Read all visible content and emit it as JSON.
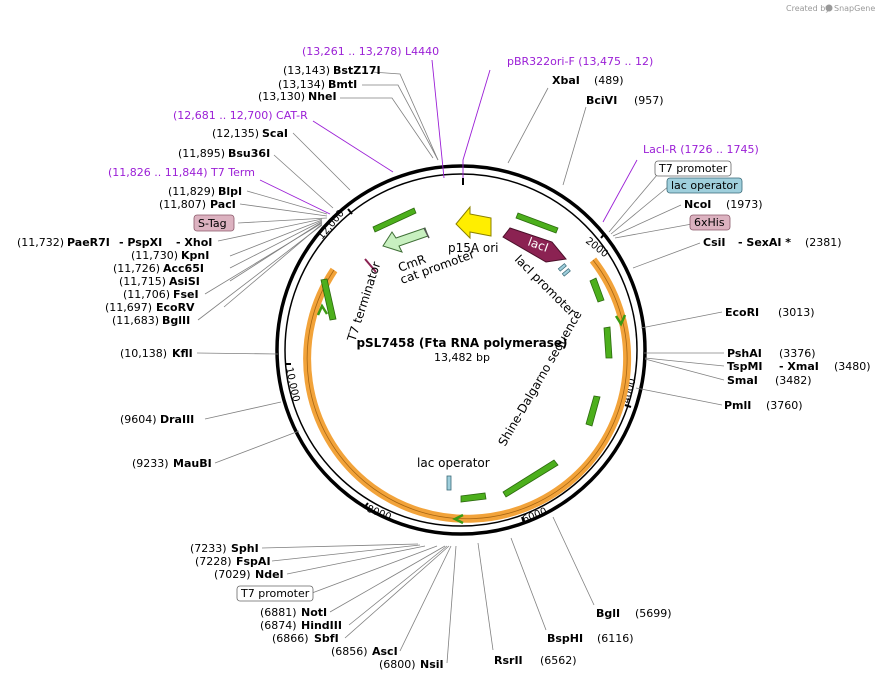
{
  "app": {
    "credit_prefix": "Created by",
    "credit_brand": "SnapGene"
  },
  "plasmid": {
    "name": "pSL7458 (Fta RNA polymerase)",
    "length": "13,482 bp"
  },
  "ring_ticks": [
    "2000",
    "4000",
    "6000",
    "8000",
    "10,000",
    "12,000"
  ],
  "primers": {
    "l4440": "(13,261 .. 13,278)  L4440",
    "pbr322": "pBR322ori-F    (13,475 .. 12)",
    "laci_r": "LacI-R    (1726 .. 1745)",
    "cat_r": "(12,681 .. 12,700)  CAT-R",
    "t7term": "(11,826 .. 11,844)  T7 Term"
  },
  "boxed_features": {
    "t7_promoter_top": "T7 promoter",
    "lac_operator_top": "lac operator",
    "six_his": "6xHis",
    "s_tag": "S-Tag",
    "t7_promoter_bottom": "T7 promoter"
  },
  "sites": {
    "bstz17i": {
      "pos": "(13,143)",
      "name": "BstZ17I"
    },
    "bmti": {
      "pos": "(13,134)",
      "name": "BmtI"
    },
    "nhei": {
      "pos": "(13,130)",
      "name": "NheI"
    },
    "scai": {
      "pos": "(12,135)",
      "name": "ScaI"
    },
    "bsu36i": {
      "pos": "(11,895)",
      "name": "Bsu36I"
    },
    "blpi": {
      "pos": "(11,829)",
      "name": "BlpI"
    },
    "paci": {
      "pos": "(11,807)",
      "name": "PacI"
    },
    "paer7i": {
      "pos": "(11,732)",
      "name": "PaeR7I",
      "extra1": "-  PspXI",
      "extra2": "-  XhoI"
    },
    "kpni": {
      "pos": "(11,730)",
      "name": "KpnI"
    },
    "acc65i": {
      "pos": "(11,726)",
      "name": "Acc65I"
    },
    "asisi": {
      "pos": "(11,715)",
      "name": "AsiSI"
    },
    "fsei": {
      "pos": "(11,706)",
      "name": "FseI"
    },
    "ecorv": {
      "pos": "(11,697)",
      "name": "EcoRV"
    },
    "bglii": {
      "pos": "(11,683)",
      "name": "BglII"
    },
    "kfli": {
      "pos": "(10,138)",
      "name": "KflI"
    },
    "draiii": {
      "pos": "(9604)",
      "name": "DraIII"
    },
    "maubi": {
      "pos": "(9233)",
      "name": "MauBI"
    },
    "sphi": {
      "pos": "(7233)",
      "name": "SphI"
    },
    "fspai": {
      "pos": "(7228)",
      "name": "FspAI"
    },
    "ndei": {
      "pos": "(7029)",
      "name": "NdeI"
    },
    "noti": {
      "pos": "(6881)",
      "name": "NotI"
    },
    "hindiii": {
      "pos": "(6874)",
      "name": "HindIII"
    },
    "sbfi": {
      "pos": "(6866)",
      "name": "SbfI"
    },
    "asci": {
      "pos": "(6856)",
      "name": "AscI"
    },
    "nsii": {
      "pos": "(6800)",
      "name": "NsiI"
    },
    "rsrii": {
      "name": "RsrII",
      "pos": "(6562)"
    },
    "bsphi": {
      "name": "BspHI",
      "pos": "(6116)"
    },
    "bgli": {
      "name": "BglI",
      "pos": "(5699)"
    },
    "xbai": {
      "name": "XbaI",
      "pos": "(489)"
    },
    "bcivi": {
      "name": "BciVI",
      "pos": "(957)"
    },
    "ncoi": {
      "name": "NcoI",
      "pos": "(1973)"
    },
    "csii": {
      "name": "CsiI",
      "extra": "-  SexAI *",
      "pos": "(2381)"
    },
    "ecori": {
      "name": "EcoRI",
      "pos": "(3013)"
    },
    "pshai": {
      "name": "PshAI",
      "pos": "(3376)"
    },
    "tspmi": {
      "name": "TspMI",
      "extra": "-  XmaI",
      "pos": "(3480)"
    },
    "smai": {
      "name": "SmaI",
      "pos": "(3482)"
    },
    "pmli": {
      "name": "PmlI",
      "pos": "(3760)"
    }
  },
  "features": {
    "laci": "lacI",
    "laci_promoter": "lacI promoter",
    "p15a_ori": "p15A ori",
    "cmr": "CmR",
    "cat_promoter": "cat promoter",
    "t7_terminator": "T7 terminator",
    "shine_dalgarno": "Shine-Dalgarno sequence",
    "lac_operator_inner": "lac operator"
  },
  "colors": {
    "primer": "#9b1fd6",
    "orf_orange": "#f2a33a",
    "green_arrow": "#4caf1c",
    "laci": "#8b2252",
    "p15a": "#ffee00",
    "cmr": "#c8f0c0",
    "boxed_blue": "#9fcfdc",
    "boxed_pink": "#dcb2c0"
  }
}
